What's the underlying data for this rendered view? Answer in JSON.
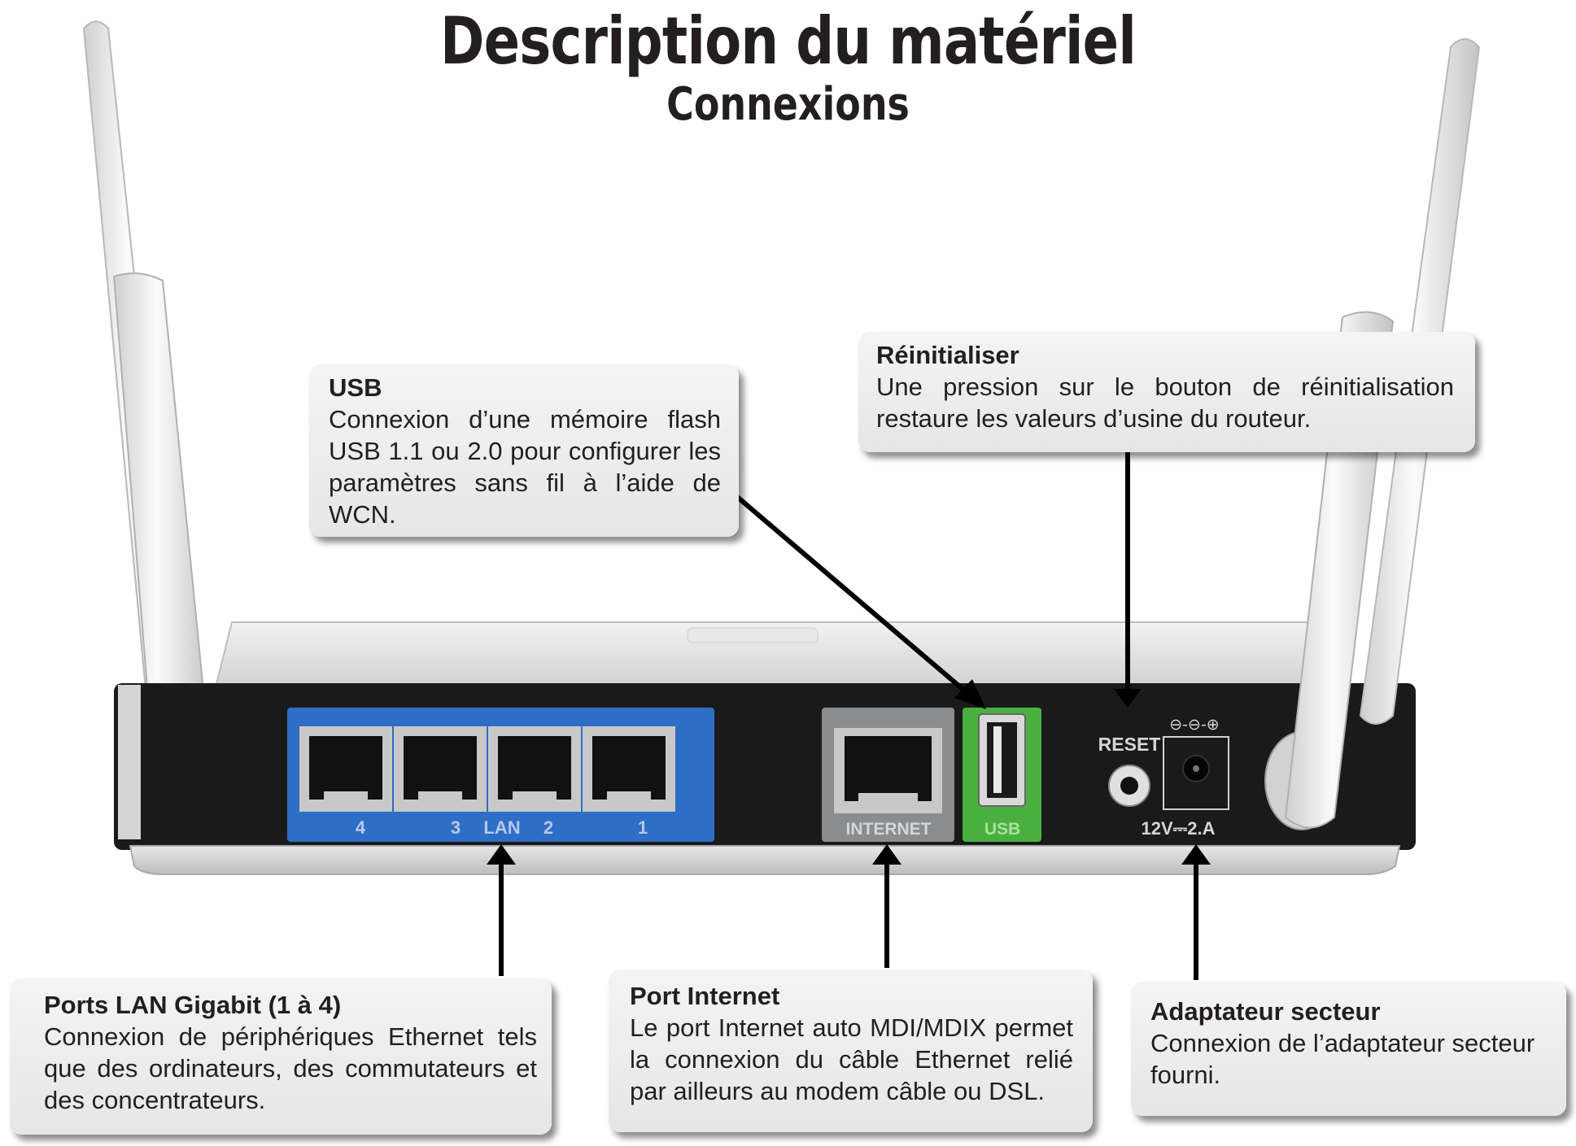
{
  "page": {
    "title": "Description du matériel",
    "subtitle": "Connexions"
  },
  "device": {
    "lan_port_labels": [
      "4",
      "3",
      "LAN",
      "2",
      "1"
    ],
    "internet_label": "INTERNET",
    "usb_label": "USB",
    "reset_label": "RESET",
    "power_label": "12V⎓2.A",
    "polarity_symbol": "⊖-⊖-⊕",
    "colors": {
      "lan_panel": "#2f6ec7",
      "internet_panel": "#8a8d90",
      "usb_panel": "#49b040",
      "chassis": "#e4e4e4",
      "back_panel": "#1a1a1a"
    }
  },
  "callouts": {
    "usb": {
      "title": "USB",
      "text": "Connexion d’une mémoire flash USB 1.1 ou 2.0 pour configurer les paramètres sans fil à l’aide de WCN."
    },
    "reset": {
      "title": "Réinitialiser",
      "text": "Une pression sur le bouton de réinitialisation restaure les valeurs d’usine du routeur."
    },
    "lan": {
      "title": "Ports LAN Gigabit (1 à 4)",
      "text": "Connexion de périphériques Ethernet tels que des ordinateurs, des commutateurs et des concentrateurs."
    },
    "internet": {
      "title": "Port Internet",
      "text": "Le port Internet auto MDI/MDIX permet la connexion du câble Ethernet relié par ailleurs au modem câble ou DSL."
    },
    "power": {
      "title": "Adaptateur secteur",
      "text": "Connexion de l’adaptateur secteur fourni."
    }
  }
}
